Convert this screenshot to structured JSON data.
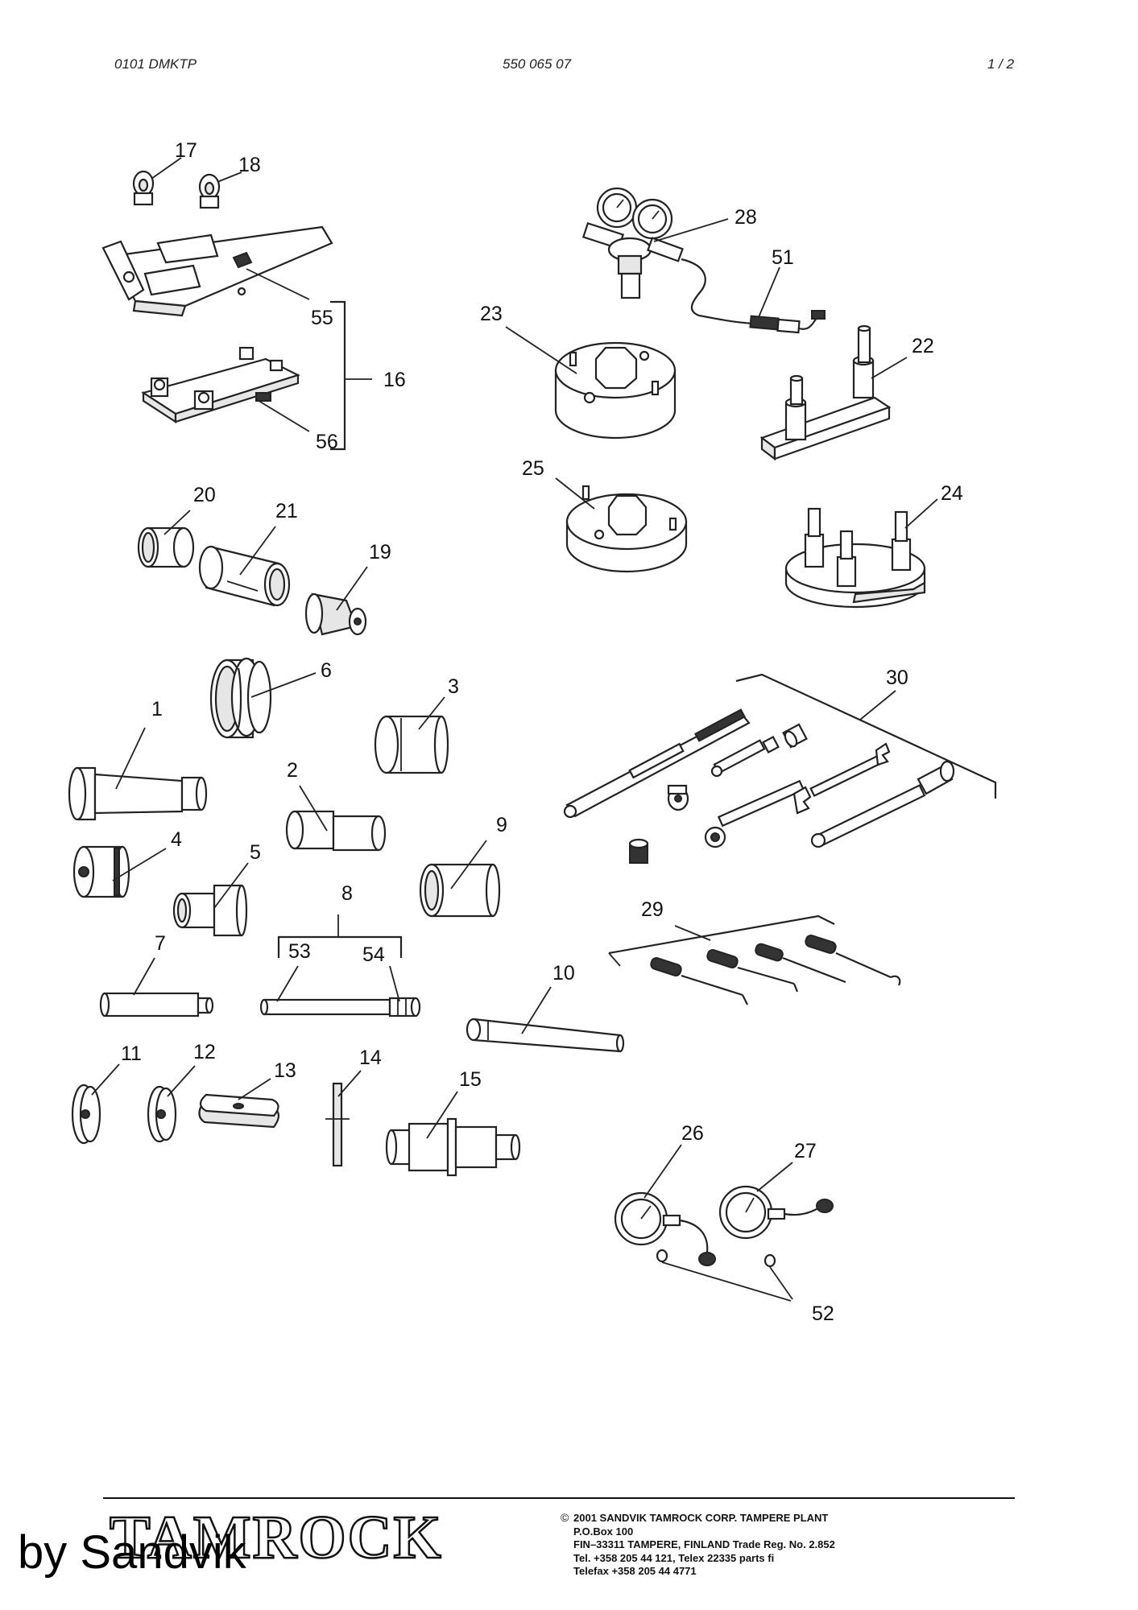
{
  "header": {
    "left": "0101 DMKTP",
    "center": "550 065 07",
    "right": "1 / 2"
  },
  "callouts": [
    "1",
    "2",
    "3",
    "4",
    "5",
    "6",
    "7",
    "8",
    "9",
    "10",
    "11",
    "12",
    "13",
    "14",
    "15",
    "16",
    "17",
    "18",
    "19",
    "20",
    "21",
    "22",
    "23",
    "24",
    "25",
    "26",
    "27",
    "28",
    "29",
    "30",
    "51",
    "52",
    "53",
    "54",
    "55",
    "56"
  ],
  "footer": {
    "logo": "TAMROCK",
    "copyright_symbol": "©",
    "line1": "2001  SANDVIK TAMROCK CORP. TAMPERE PLANT",
    "line2": "P.O.Box 100",
    "line3": "FIN–33311 TAMPERE, FINLAND   Trade Reg. No. 2.852",
    "line4": "Tel. +358 205 44 121, Telex 22335 parts fi",
    "line5": "Telefax +358 205 44 4771"
  },
  "watermark": "by Sandvik"
}
